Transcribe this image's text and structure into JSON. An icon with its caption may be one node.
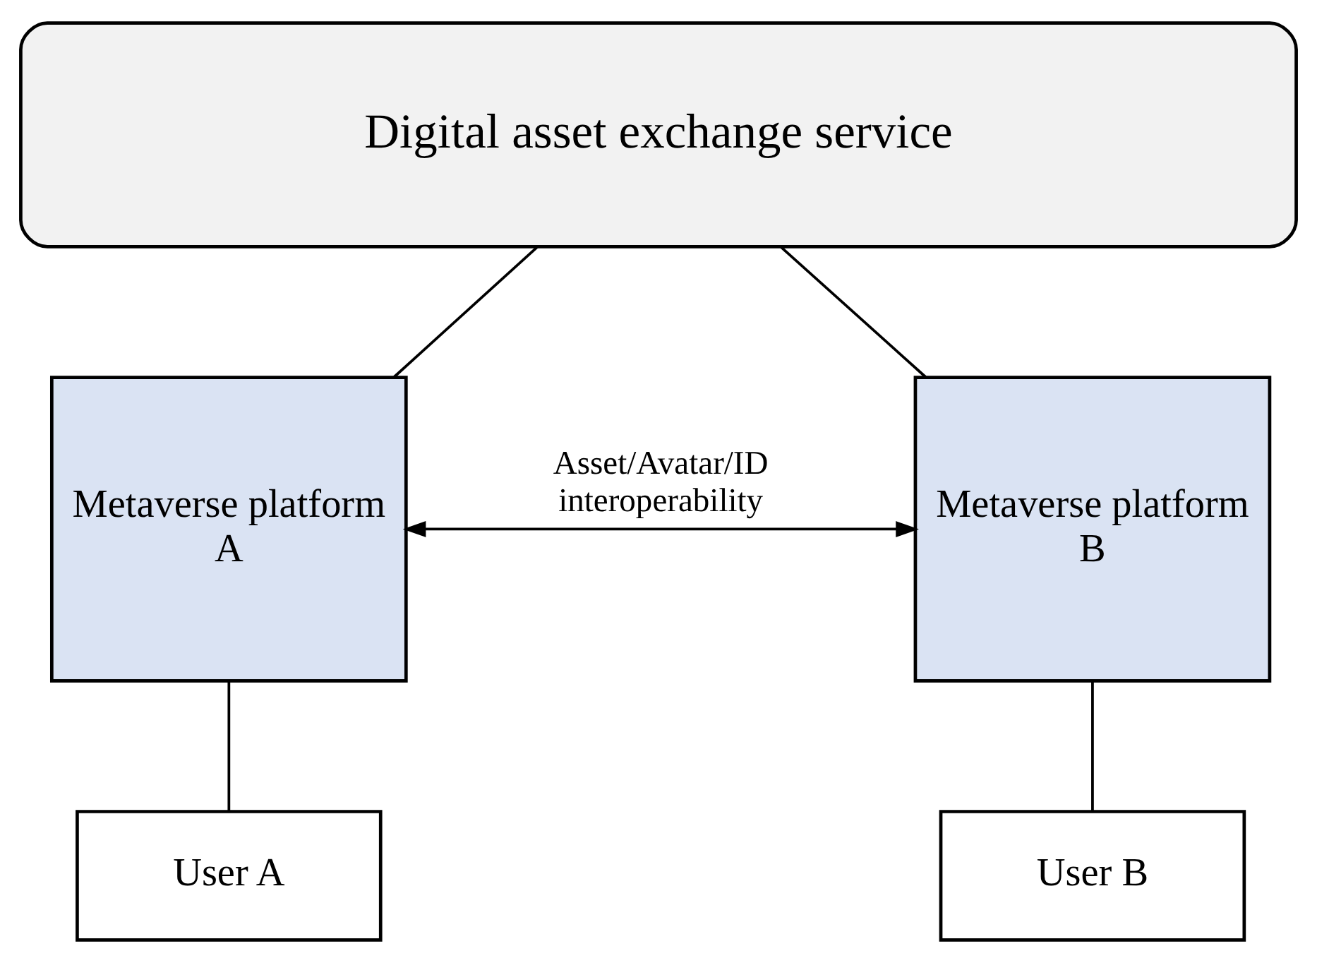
{
  "diagram": {
    "nodes": [
      {
        "text": [
          "Digital asset exchange service"
        ]
      },
      {
        "text": [
          "Metaverse platform A"
        ]
      },
      {
        "text": [
          "Metaverse platform B"
        ]
      },
      {
        "text": [
          "User A"
        ]
      },
      {
        "text": [
          "User B"
        ]
      }
    ],
    "edges": [
      {
        "from": 0,
        "to": 1,
        "arrow": "none"
      },
      {
        "from": 0,
        "to": 2,
        "arrow": "none"
      },
      {
        "from": 1,
        "to": 2,
        "arrow": "both",
        "label": "Asset/Avatar/ID interoperability"
      },
      {
        "from": 1,
        "to": 3,
        "arrow": "none"
      },
      {
        "from": 2,
        "to": 4,
        "arrow": "none"
      }
    ]
  }
}
